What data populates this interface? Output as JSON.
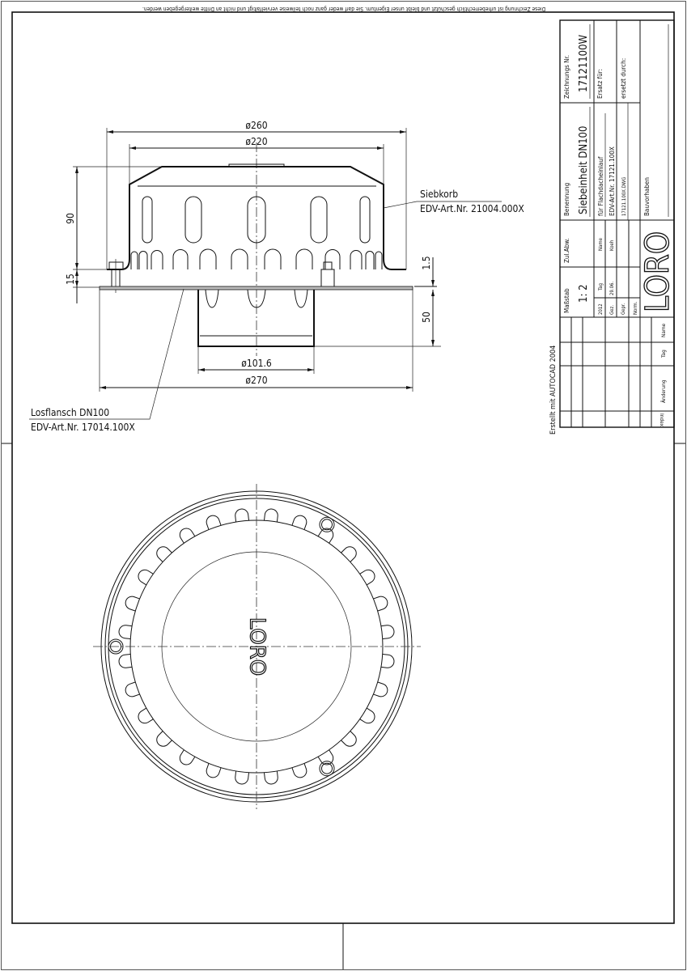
{
  "notice": "Diese Zeichnung ist urheberrechtlich geschützt und bleibt unser Eigentum. Sie darf weder ganz noch teilweise vervielfältigt und nicht an Dritte weitergegeben werden.",
  "side_view": {
    "dim_d260": "ø260",
    "dim_d220": "ø220",
    "dim_h90": "90",
    "dim_h15": "15",
    "dim_h1_5": "1.5",
    "dim_h50": "50",
    "dim_d101_6": "ø101.6",
    "dim_d270": "ø270",
    "siebkorb_label": "Siebkorb",
    "siebkorb_art": "EDV-Art.Nr. 21004.000X",
    "losflansch_label": "Losflansch DN100",
    "losflansch_art": "EDV-Art.Nr. 17014.100X"
  },
  "top_view": {
    "logo": "LORO",
    "tab_count": 28
  },
  "title_block": {
    "created_with": "Erstellt mit AUTOCAD 2004",
    "drawing_no_label": "Zeichnungs Nr.",
    "drawing_no": "17121100W",
    "replaces_label": "Ersatz für:",
    "replaced_by_label": "ersetzt durch:",
    "name_label": "Benennung",
    "name": "Siebeinheit DN100",
    "for_label": "für Flachdacheinlauf",
    "art_no": "EDV-Art.Nr. 17121.100X",
    "file": "17121.100X.DWG",
    "project_label": "Bauvorhaben",
    "tolerance_label": "Zul.Abw.",
    "scale_label": "Maßstab",
    "scale": "1: 2",
    "year": "2012",
    "day_label": "Tag",
    "person_label": "Name",
    "drawn_label": "Gez.",
    "drawn_date": "29.06.",
    "drawn_by": "Koeh",
    "checked_label": "Gepr.",
    "norm_label": "Norm.",
    "logo": "LORO",
    "rev_name": "Name",
    "rev_day": "Tag",
    "rev_change": "Änderung",
    "rev_index": "Index"
  }
}
